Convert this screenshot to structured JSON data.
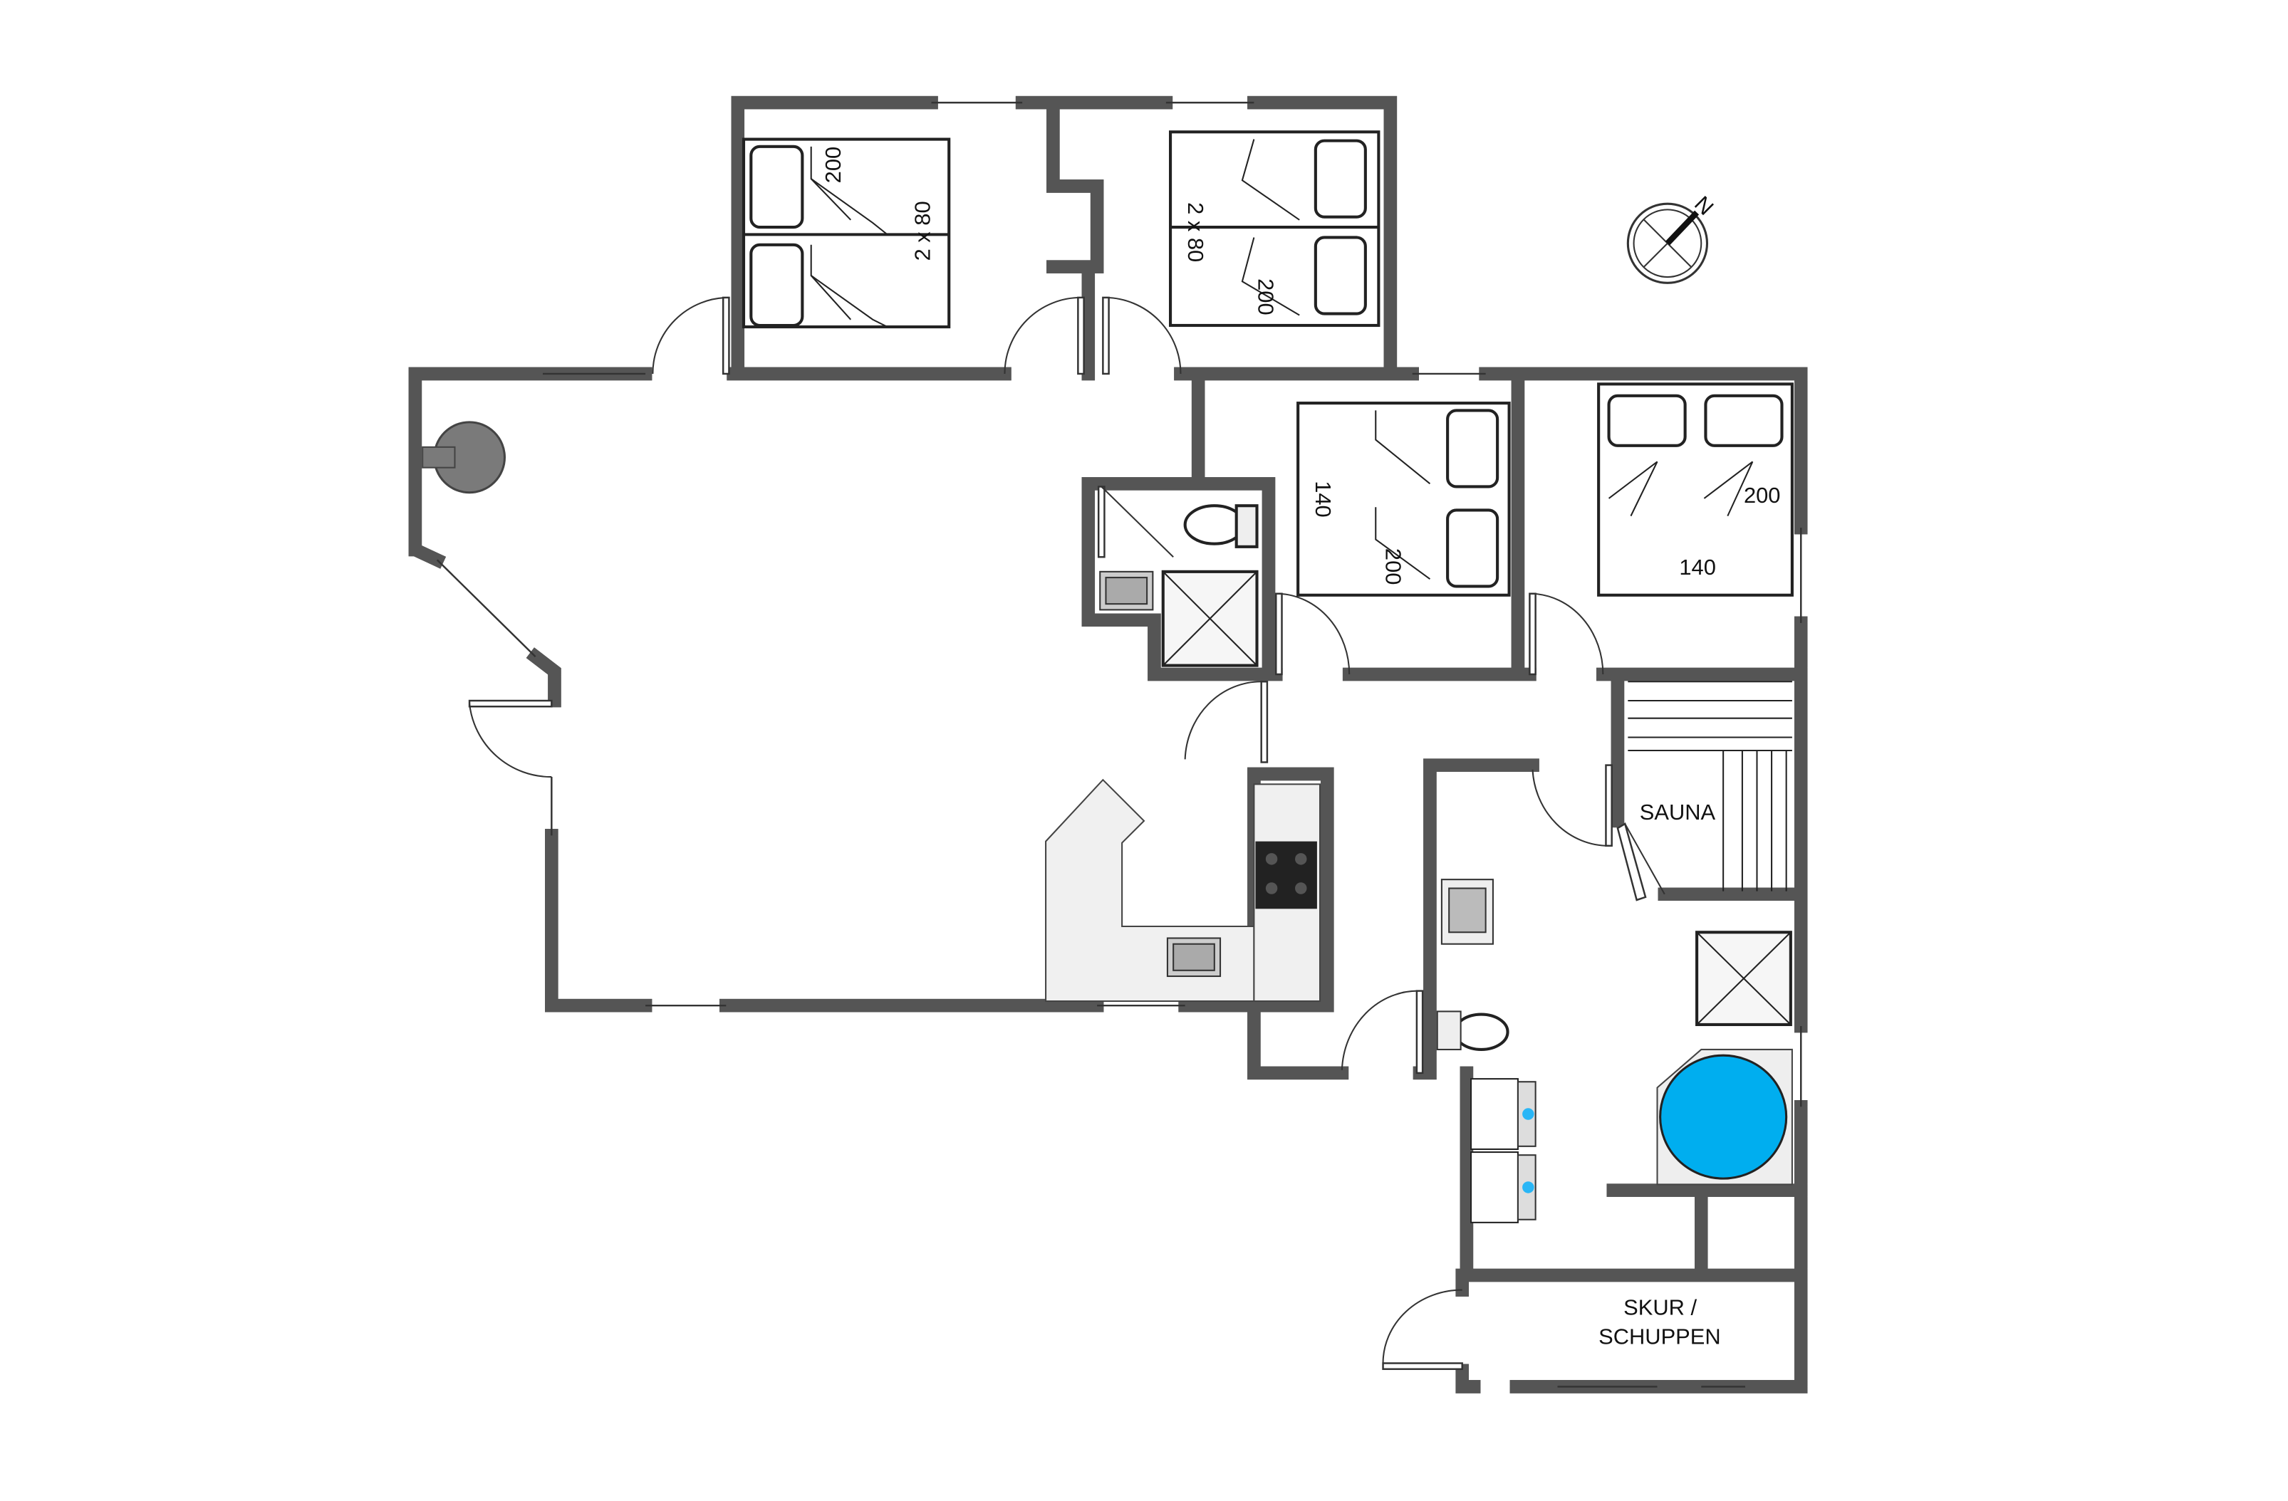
{
  "plan": {
    "bed_labels": {
      "bunk_left_length": "200",
      "bunk_left_size": "2 x 80",
      "bunk_right_size": "2 x 80",
      "bunk_right_length": "200",
      "bedroom_mid_width": "140",
      "bedroom_mid_length": "200",
      "bedroom_right_length": "200",
      "bedroom_right_width": "140"
    },
    "rooms": {
      "sauna": "SAUNA",
      "shed_line1": "SKUR /",
      "shed_line2": "SCHUPPEN"
    },
    "compass": {
      "north": "N"
    },
    "colors": {
      "wall": "#a8a8a8",
      "wall_edge": "#555555",
      "whirlpool": "#00aeef",
      "counter": "#f0f0f0"
    }
  }
}
